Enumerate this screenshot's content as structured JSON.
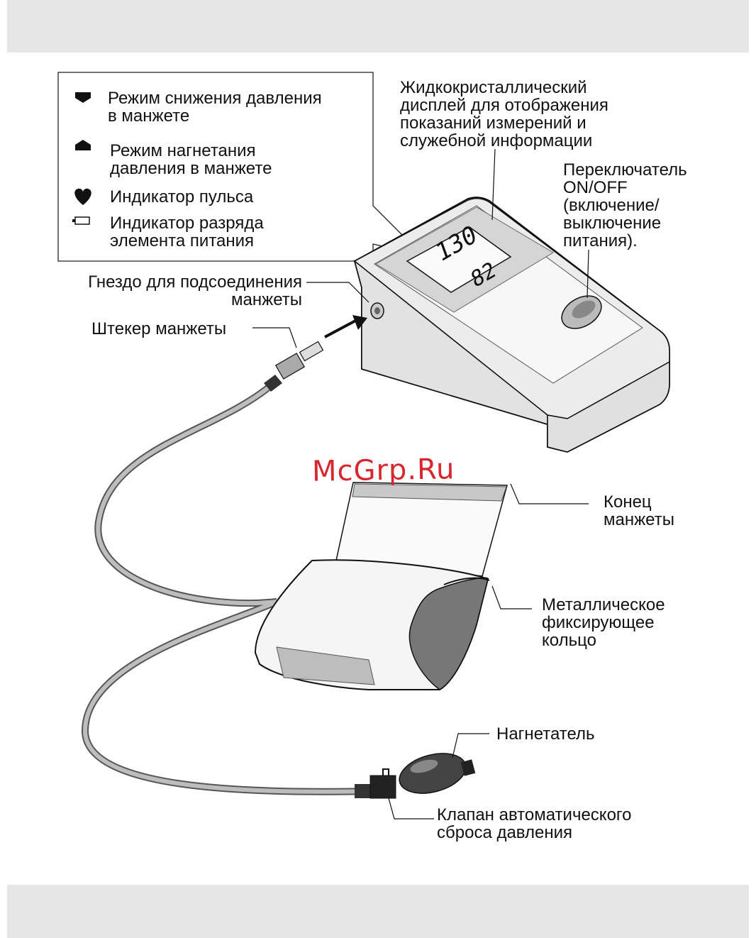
{
  "legend": {
    "items": [
      {
        "icon": "deflate-arrow-icon",
        "text": "Режим снижения давления\nв манжете"
      },
      {
        "icon": "inflate-arrow-icon",
        "text": "Режим нагнетания\nдавления в манжете"
      },
      {
        "icon": "heart-icon",
        "text": "Индикатор пульса"
      },
      {
        "icon": "battery-icon",
        "text": "Индикатор разряда\nэлемента питания"
      }
    ]
  },
  "labels": {
    "lcd_display": "Жидкокристаллический\nдисплей для отображения\nпоказаний измерений и\nслужебной информации",
    "power_switch": "Переключатель\nON/OFF\n(включение/\nвыключение\nпитания).",
    "cuff_socket": "Гнездо для подсоединения\nманжеты",
    "cuff_plug": "Штекер манжеты",
    "cuff_end": "Конец\nманжеты",
    "metal_ring": "Металлическое\nфиксирующее\nкольцо",
    "bulb": "Нагнетатель",
    "release_valve": "Клапан автоматического\nсброса давления"
  },
  "display_readings": {
    "systolic": "130",
    "diastolic": "82"
  },
  "watermark": "McGrp.Ru"
}
